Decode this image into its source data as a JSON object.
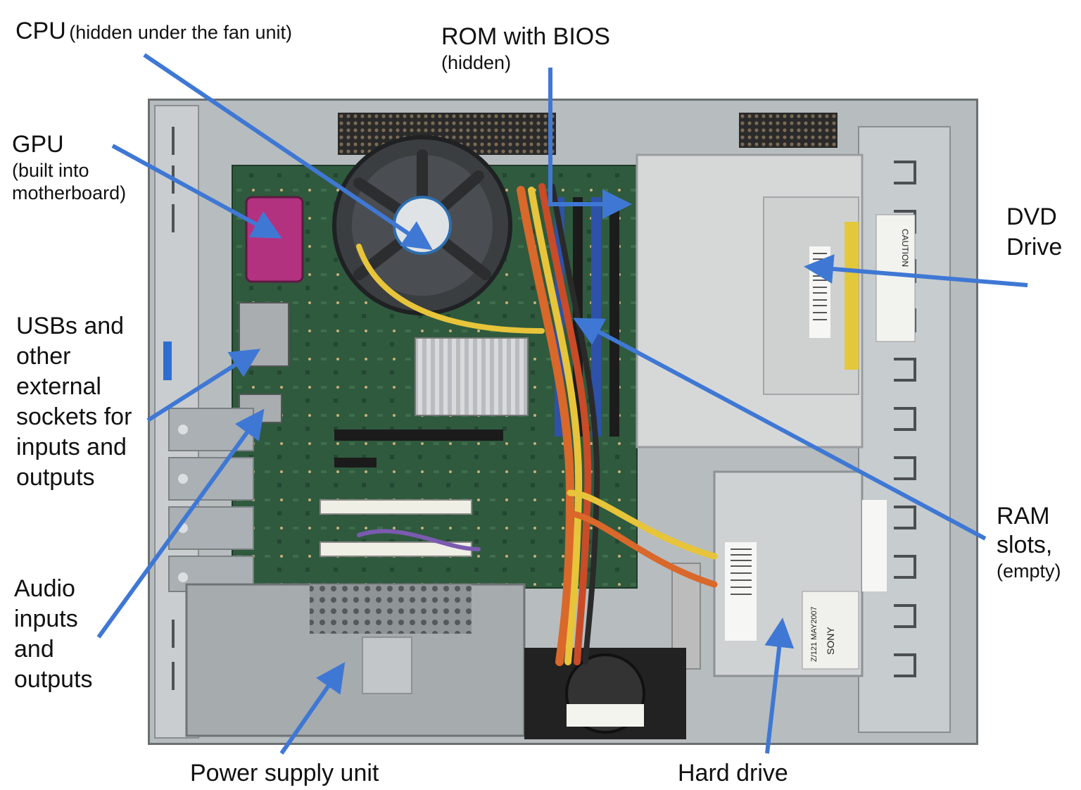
{
  "labels": {
    "cpu": {
      "title": "CPU",
      "note": "(hidden under the fan unit)"
    },
    "rom": {
      "title": "ROM with BIOS",
      "note": "(hidden)"
    },
    "gpu": {
      "title": "GPU",
      "note_1": "(built into",
      "note_2": "motherboard)"
    },
    "usb": {
      "line_1": "USBs and",
      "line_2": "other",
      "line_3": "external",
      "line_4": "sockets for",
      "line_5": "inputs and",
      "line_6": "outputs"
    },
    "audio": {
      "line_1": "Audio",
      "line_2": "inputs",
      "line_3": "and",
      "line_4": "outputs"
    },
    "dvd": {
      "line_1": "DVD",
      "line_2": "Drive"
    },
    "ram": {
      "line_1": "RAM",
      "line_2": "slots,",
      "note": "(empty)"
    },
    "psu": {
      "title": "Power supply unit"
    },
    "hdd": {
      "title": "Hard drive"
    }
  },
  "photo_text": {
    "caution": "CAUTION",
    "sony": "SONY",
    "date": "Z/121  MAY2007"
  },
  "colors": {
    "arrow": "#3f78d4",
    "case_metal": "#c3c8cb",
    "motherboard": "#2f5a3e",
    "drive_metal": "#d6d8d8",
    "cable_orange": "#d9682a",
    "cable_yellow": "#e7c43a",
    "port_magenta": "#b2327f",
    "ram_blue": "#2e52a8"
  }
}
